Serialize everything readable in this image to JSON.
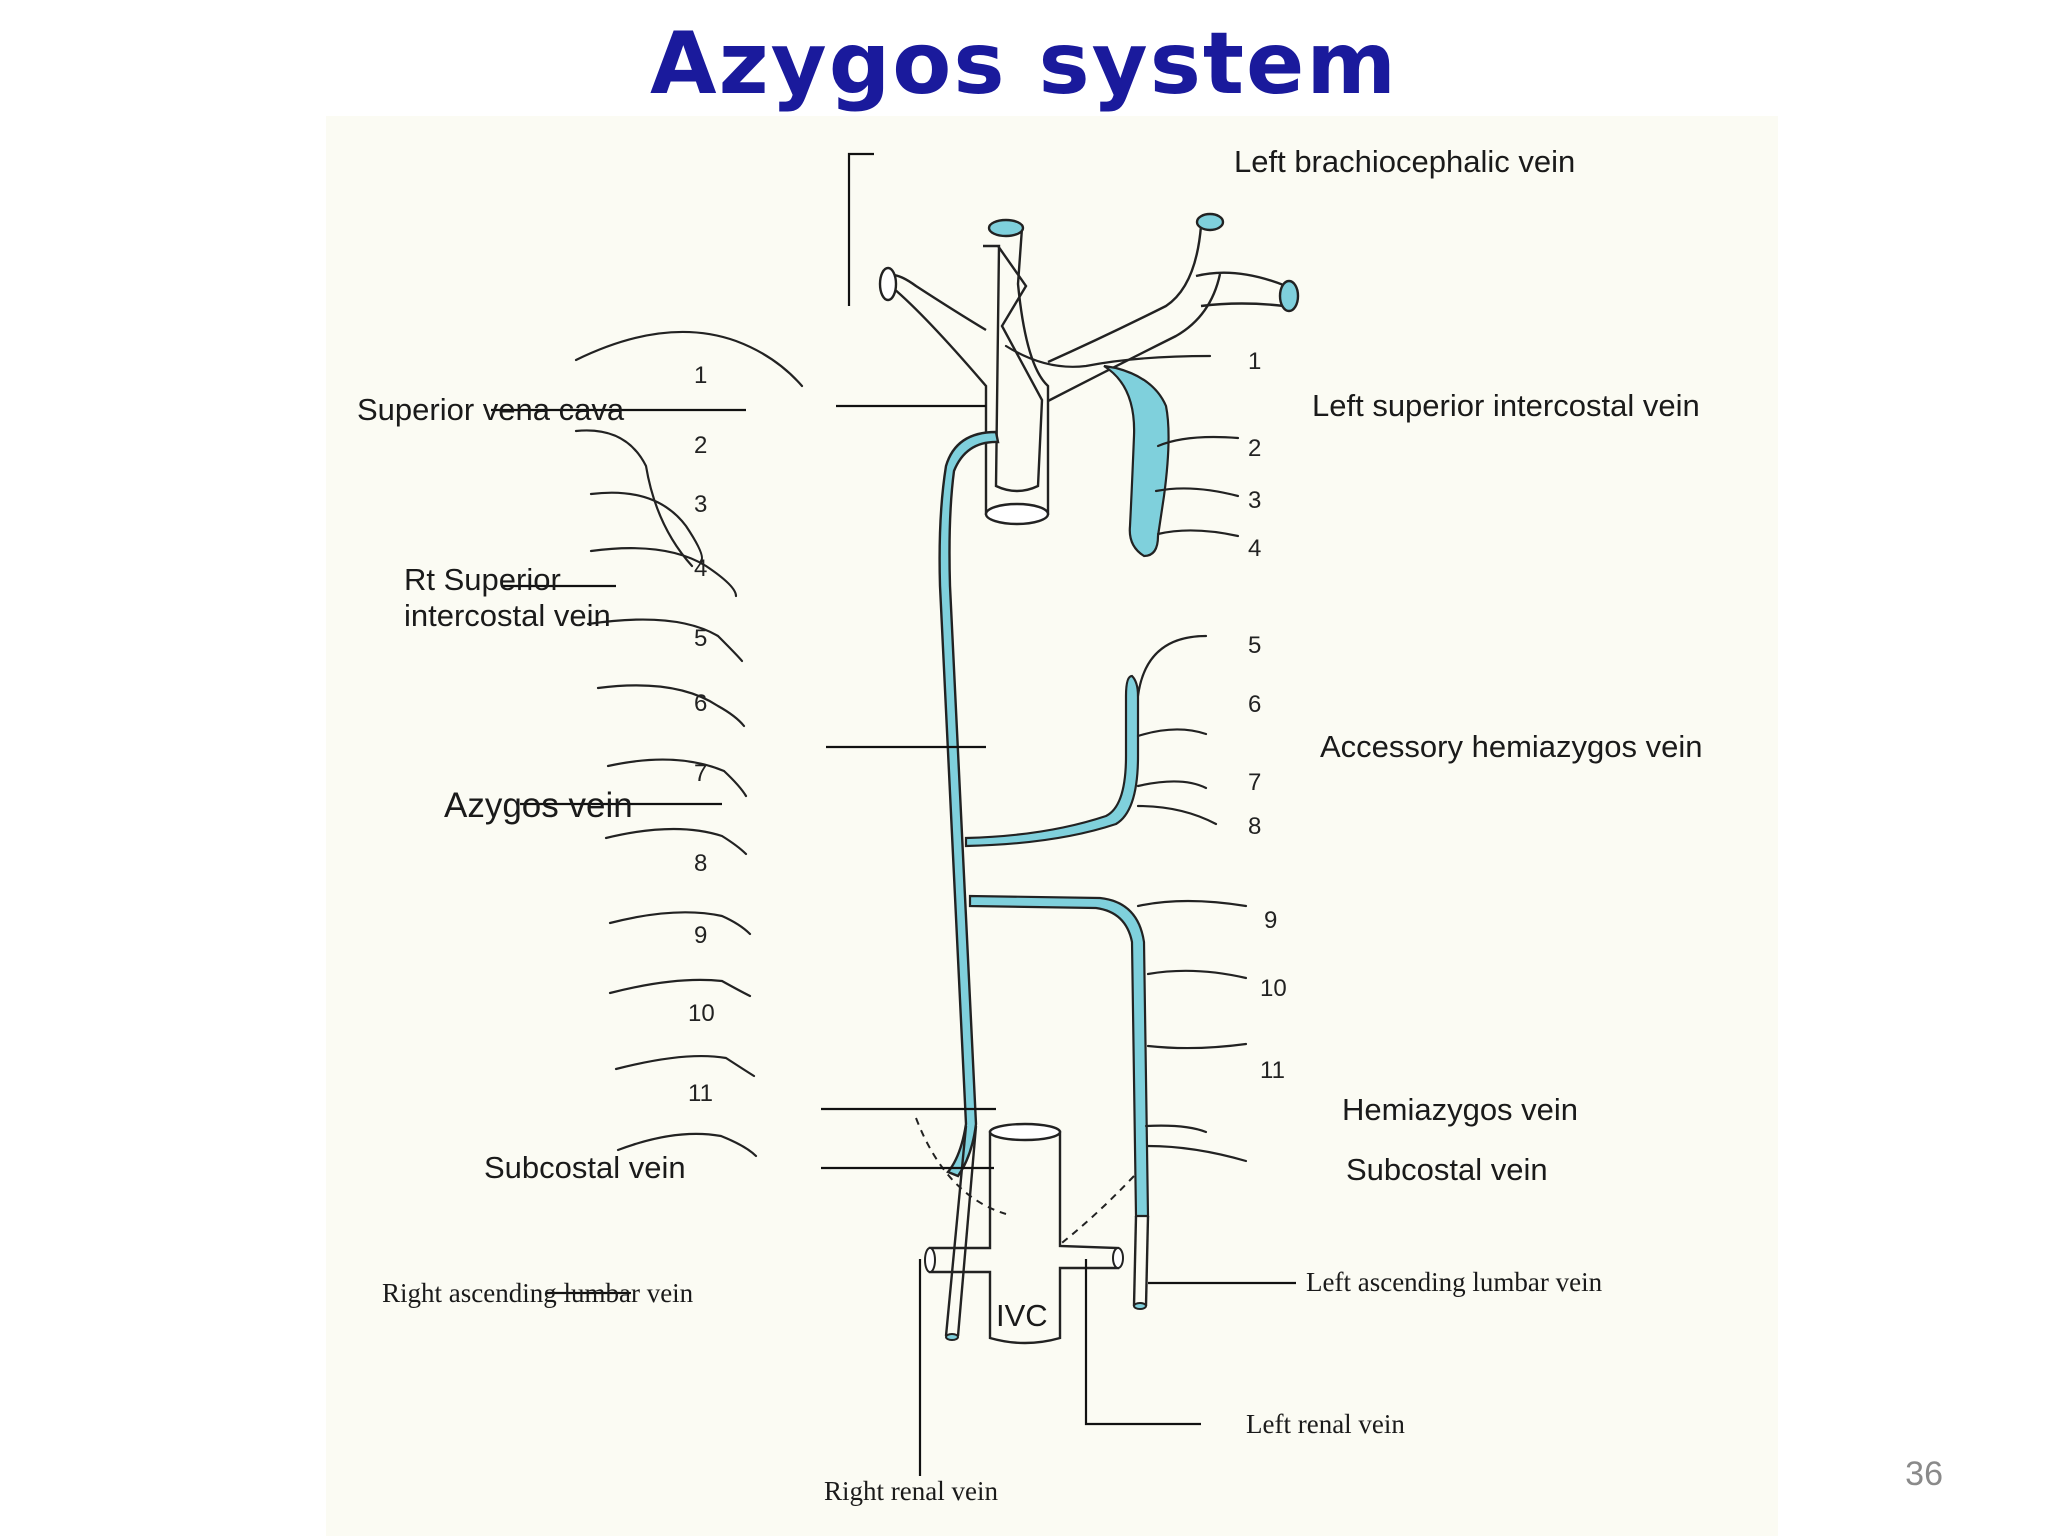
{
  "slide": {
    "title": "Azygos system",
    "page_number": "36"
  },
  "labels": {
    "left_brachiocephalic": "Left brachiocephalic vein",
    "superior_vena_cava": "Superior vena cava",
    "left_superior_intercostal": "Left superior intercostal vein",
    "rt_superior_line1": "Rt Superior",
    "rt_superior_line2": "intercostal vein",
    "accessory_hemiazygos": "Accessory hemiazygos vein",
    "azygos_vein": "Azygos vein",
    "hemiazygos_vein": "Hemiazygos vein",
    "subcostal_left_side": "Subcostal vein",
    "subcostal_right_side": "Subcostal vein",
    "right_ascending_lumbar": "Right ascending lumbar vein",
    "left_ascending_lumbar": "Left ascending lumbar vein",
    "ivc": "IVC",
    "left_renal": "Left renal vein",
    "right_renal": "Right renal vein"
  },
  "rib_numbers": {
    "right": [
      "1",
      "2",
      "3",
      "4",
      "5",
      "6",
      "7",
      "8",
      "9",
      "10",
      "11"
    ],
    "left": [
      "1",
      "2",
      "3",
      "4",
      "5",
      "6",
      "7",
      "8",
      "9",
      "10",
      "11"
    ]
  },
  "colors": {
    "title": "#1a1a9c",
    "vein_fill": "#7fd0dc",
    "page_number": "#8a8a8a"
  }
}
